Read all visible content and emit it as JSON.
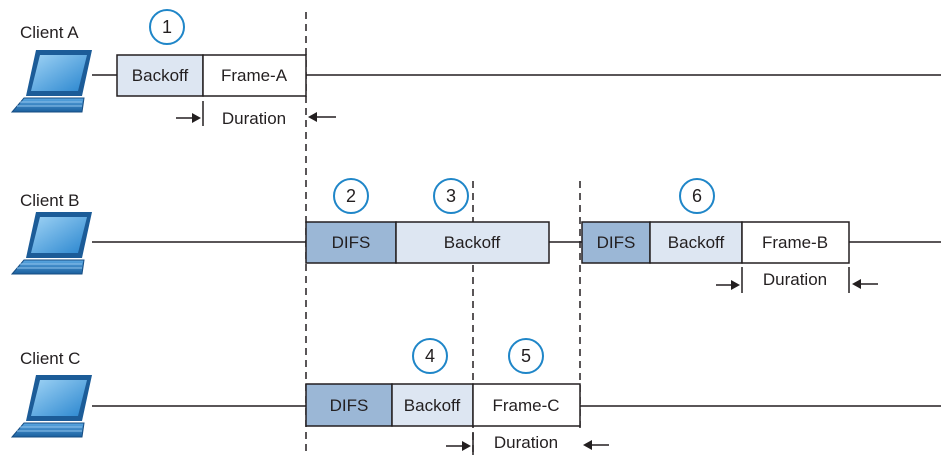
{
  "colors": {
    "dark_box": "#9bb7d6",
    "light_box": "#dde6f2",
    "white_box": "#ffffff",
    "circle_stroke": "#1f86c8",
    "line": "#231f20"
  },
  "clients": [
    {
      "label": "Client A",
      "icon": "laptop-icon",
      "segments": [
        {
          "text": "Backoff",
          "fill": "light"
        },
        {
          "text": "Frame-A",
          "fill": "white"
        }
      ],
      "duration": {
        "text": "Duration"
      },
      "markers": [
        "1"
      ]
    },
    {
      "label": "Client B",
      "icon": "laptop-icon",
      "segments": [
        {
          "text": "DIFS",
          "fill": "dark"
        },
        {
          "text": "Backoff",
          "fill": "light"
        },
        {
          "text": "DIFS",
          "fill": "dark"
        },
        {
          "text": "Backoff",
          "fill": "light"
        },
        {
          "text": "Frame-B",
          "fill": "white"
        }
      ],
      "duration": {
        "text": "Duration"
      },
      "markers": [
        "2",
        "3",
        "6"
      ]
    },
    {
      "label": "Client C",
      "icon": "laptop-icon",
      "segments": [
        {
          "text": "DIFS",
          "fill": "dark"
        },
        {
          "text": "Backoff",
          "fill": "light"
        },
        {
          "text": "Frame-C",
          "fill": "white"
        }
      ],
      "duration": {
        "text": "Duration"
      },
      "markers": [
        "4",
        "5"
      ]
    }
  ]
}
